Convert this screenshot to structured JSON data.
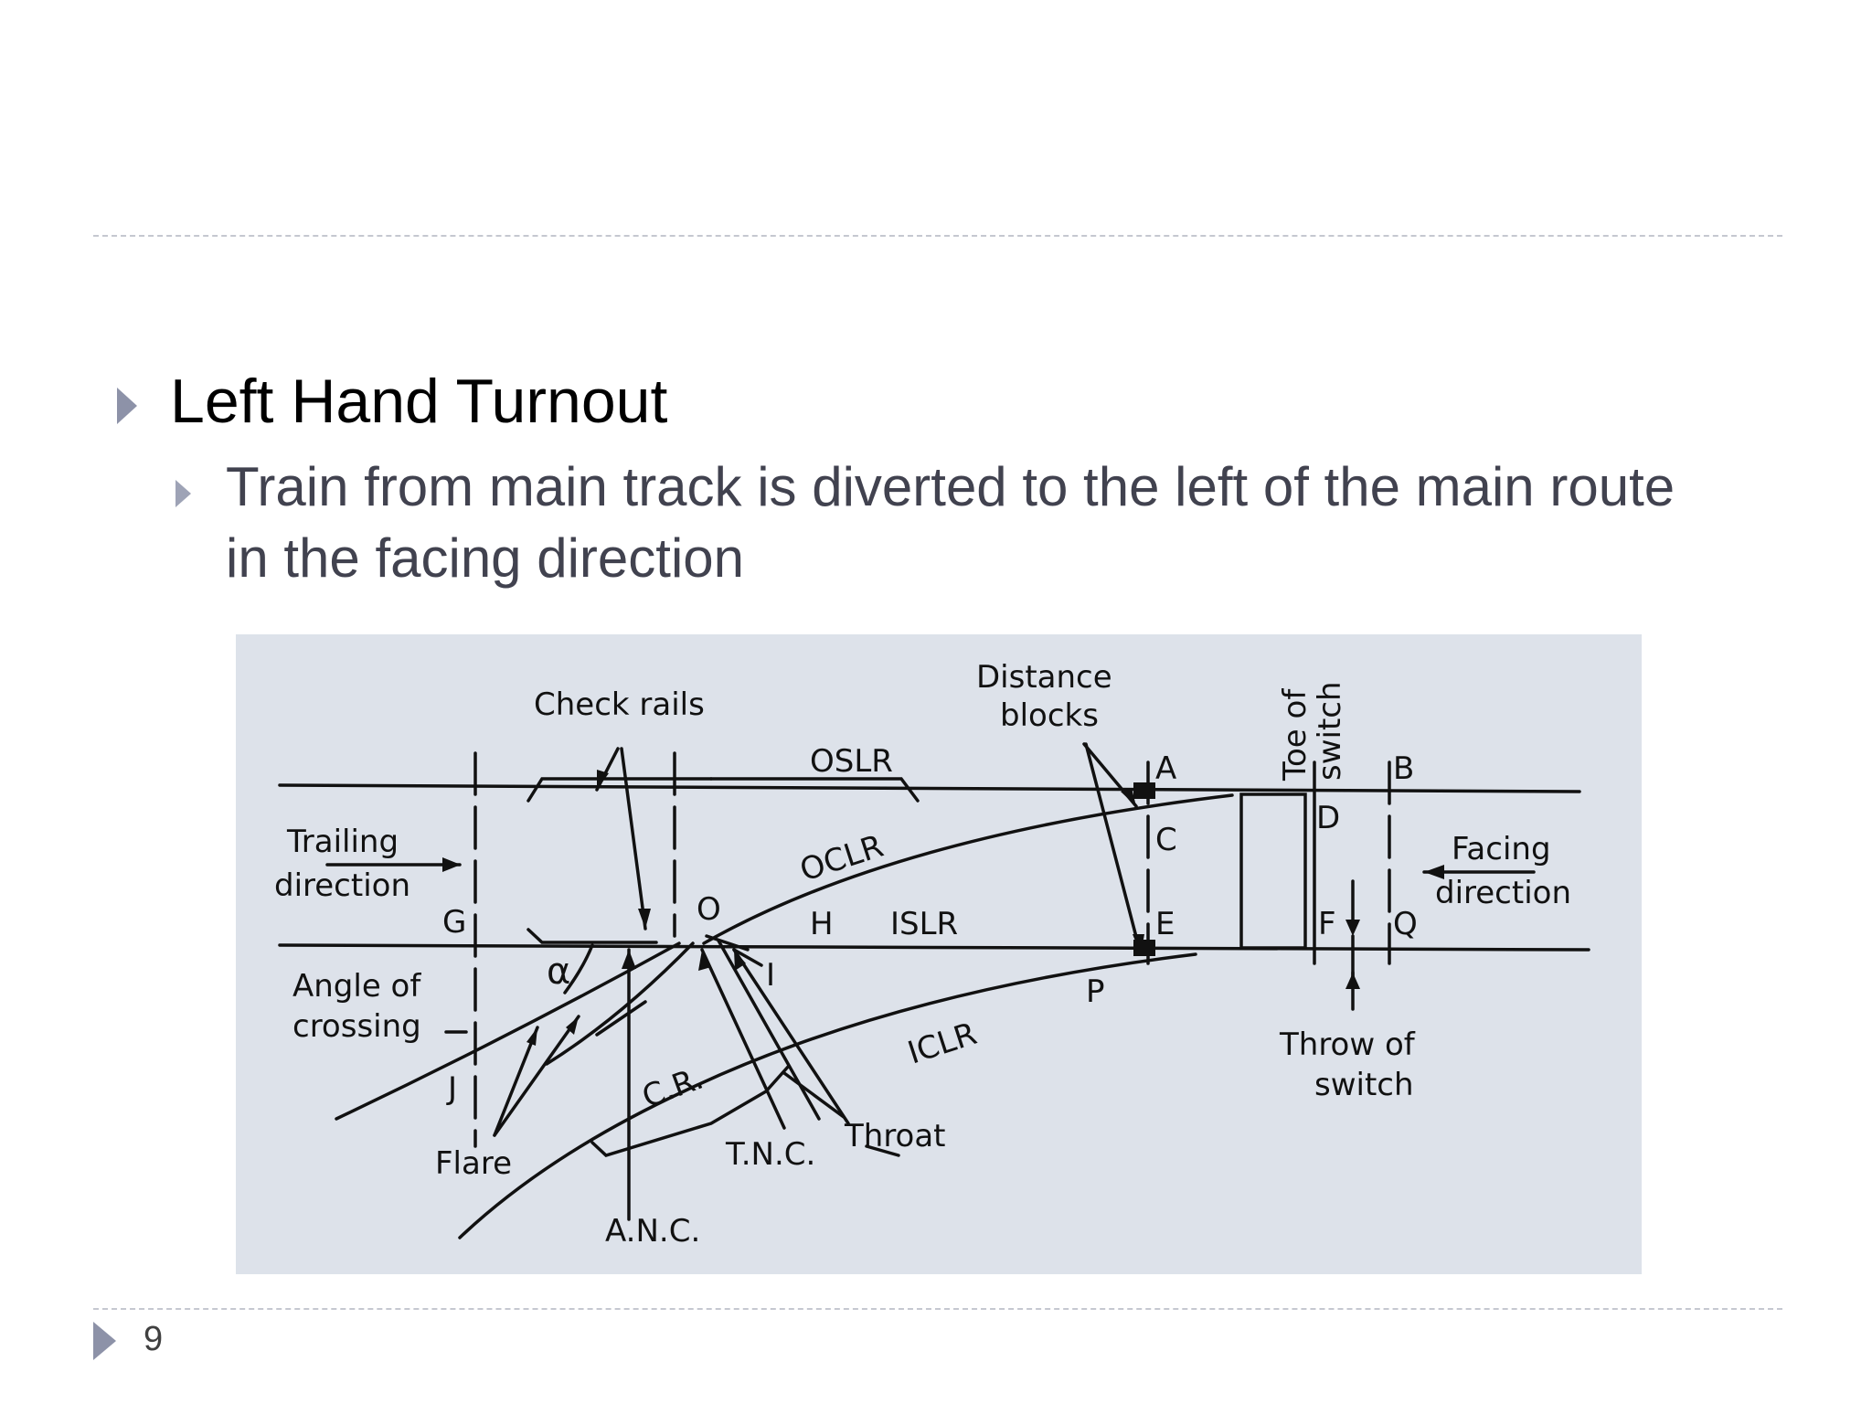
{
  "slide": {
    "heading": "Left Hand Turnout",
    "body": "Train from main track is diverted to the left of the main route in the facing direction",
    "page_number": "9"
  },
  "figure": {
    "labels": {
      "check_rails": "Check rails",
      "distance": "Distance",
      "blocks": "blocks",
      "toe_of": "Toe of",
      "switch_v": "switch",
      "oslr": "OSLR",
      "a": "A",
      "b": "B",
      "c": "C",
      "d": "D",
      "e": "E",
      "f": "F",
      "q": "Q",
      "trailing": "Trailing",
      "direction_left": "direction",
      "facing": "Facing",
      "direction_right": "direction",
      "oclr": "OCLR",
      "g": "G",
      "o": "O",
      "h": "H",
      "islr": "ISLR",
      "i": "I",
      "p": "P",
      "angle_of": "Angle of",
      "crossing": "crossing",
      "alpha": "α",
      "iclr": "ICLR",
      "throw_of": "Throw of",
      "switch_h": "switch",
      "j": "J",
      "cr": "C.R.",
      "throat": "Throat",
      "tnc": "T.N.C.",
      "flare": "Flare",
      "anc": "A.N.C."
    }
  }
}
